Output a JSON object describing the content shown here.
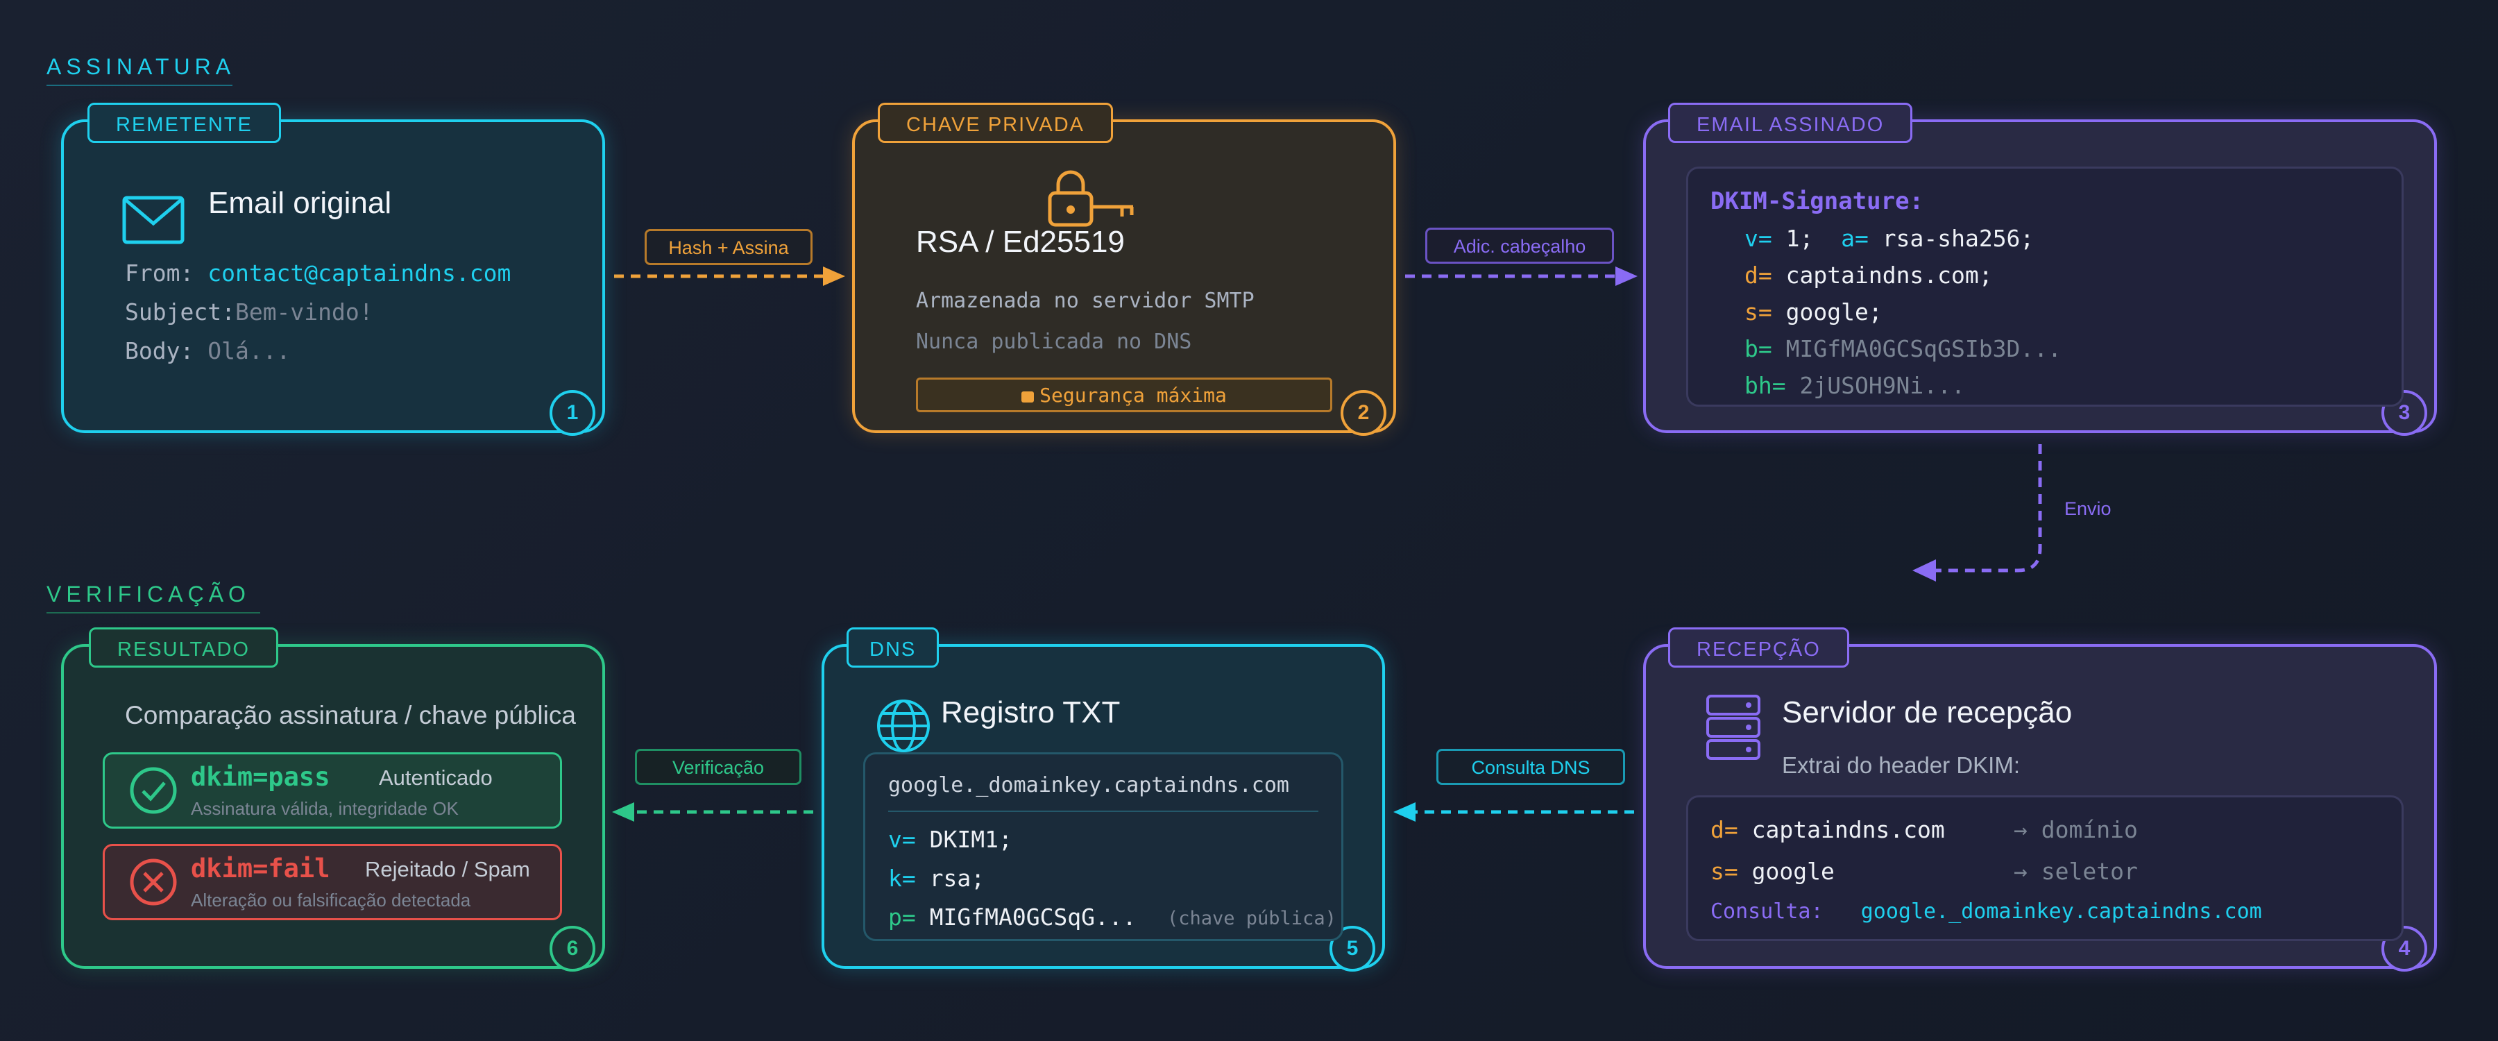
{
  "sections": {
    "signing": "ASSINATURA",
    "verification": "VERIFICAÇÃO"
  },
  "colors": {
    "cyan": "#1fd0ee",
    "orange": "#f0a23a",
    "purple": "#8a6cf4",
    "green": "#2ec88a",
    "red": "#e8514a",
    "gray": "#8e98a8"
  },
  "sender": {
    "tag": "REMETENTE",
    "icon": "envelope-icon",
    "title": "Email original",
    "from_key": "From:",
    "from_val": "contact@captaindns.com",
    "subject_key": "Subject:",
    "subject_val": "Bem-vindo!",
    "body_key": "Body:",
    "body_val": "Olá...",
    "step": "1"
  },
  "arrow_hash": "Hash + Assina",
  "private_key": {
    "tag": "CHAVE PRIVADA",
    "icon": "lock-key-icon",
    "title": "RSA / Ed25519",
    "line1": "Armazenada no servidor SMTP",
    "line2": "Nunca publicada no DNS",
    "badge": "Segurança máxima",
    "step": "2"
  },
  "arrow_header": "Adic. cabeçalho",
  "signed": {
    "tag": "EMAIL ASSINADO",
    "header": "DKIM-Signature:",
    "v_key": "v=",
    "v_val": "1;",
    "a_key": "a=",
    "a_val": "rsa-sha256;",
    "d_key": "d=",
    "d_val": "captaindns.com;",
    "s_key": "s=",
    "s_val": "google;",
    "b_key": "b=",
    "b_val": "MIGfMA0GCSqGSIb3D...",
    "bh_key": "bh=",
    "bh_val": "2jUSOH9Ni...",
    "step": "3"
  },
  "arrow_send": "Envio",
  "reception": {
    "tag": "RECEPÇÃO",
    "icon": "server-icon",
    "title": "Servidor de recepção",
    "subtitle": "Extrai do header DKIM:",
    "d_key": "d=",
    "d_val": "captaindns.com",
    "d_note": "→ domínio",
    "s_key": "s=",
    "s_val": "google",
    "s_note": "→ seletor",
    "query_key": "Consulta:",
    "query_val": "google._domainkey.captaindns.com",
    "step": "4"
  },
  "arrow_dns": "Consulta DNS",
  "dns": {
    "tag": "DNS",
    "icon": "globe-icon",
    "title": "Registro TXT",
    "record": "google._domainkey.captaindns.com",
    "v_key": "v=",
    "v_val": "DKIM1;",
    "k_key": "k=",
    "k_val": "rsa;",
    "p_key": "p=",
    "p_val": "MIGfMA0GCSqG...",
    "p_note": "(chave pública)",
    "step": "5"
  },
  "arrow_verify": "Verificação",
  "result": {
    "tag": "RESULTADO",
    "title": "Comparação assinatura / chave pública",
    "pass_label": "dkim=pass",
    "pass_status": "Autenticado",
    "pass_desc": "Assinatura válida, integridade OK",
    "fail_label": "dkim=fail",
    "fail_status": "Rejeitado / Spam",
    "fail_desc": "Alteração ou falsificação detectada",
    "step": "6"
  }
}
